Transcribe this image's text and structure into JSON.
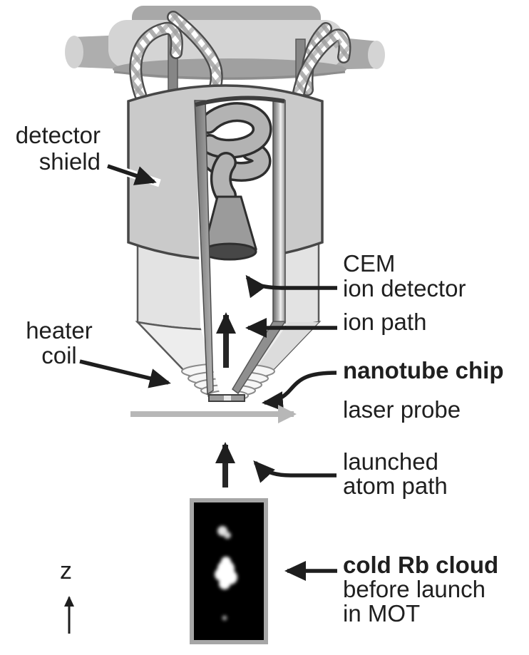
{
  "figure": {
    "type": "scientific-apparatus-diagram",
    "background_color": "#ffffff",
    "labels": {
      "detector_shield": {
        "line1": "detector",
        "line2": "shield"
      },
      "heater_coil": {
        "line1": "heater",
        "line2": "coil"
      },
      "cem": "CEM",
      "ion_detector": "ion detector",
      "ion_path": "ion path",
      "nanotube_chip": "nanotube chip",
      "laser_probe": "laser probe",
      "launched_atom_path": {
        "line1": "launched",
        "line2": "atom path"
      },
      "cold_rb_cloud": {
        "line1": "cold Rb cloud",
        "line2": "before launch",
        "line3": "in MOT"
      },
      "z_axis": "z"
    },
    "colors": {
      "label_text": "#1f1f1f",
      "shield_body": "#cacaca",
      "flange_light": "#d4d4d4",
      "flange_cap": "#a8a8a8",
      "flange_rim": "#a0a0a0",
      "inner_cylinder": "#e3e3e3",
      "cone": "#ededed",
      "cem_tube": "#b3b3b3",
      "cem_funnel": "#9b9b9b",
      "cem_mouth": "#474747",
      "arrow_black": "#1e1e1e",
      "laser_arrow_gray": "#b7b7b7",
      "mot_frame": "#a6a6a6",
      "mot_background": "#000000",
      "mot_cloud": "#ffffff"
    }
  }
}
